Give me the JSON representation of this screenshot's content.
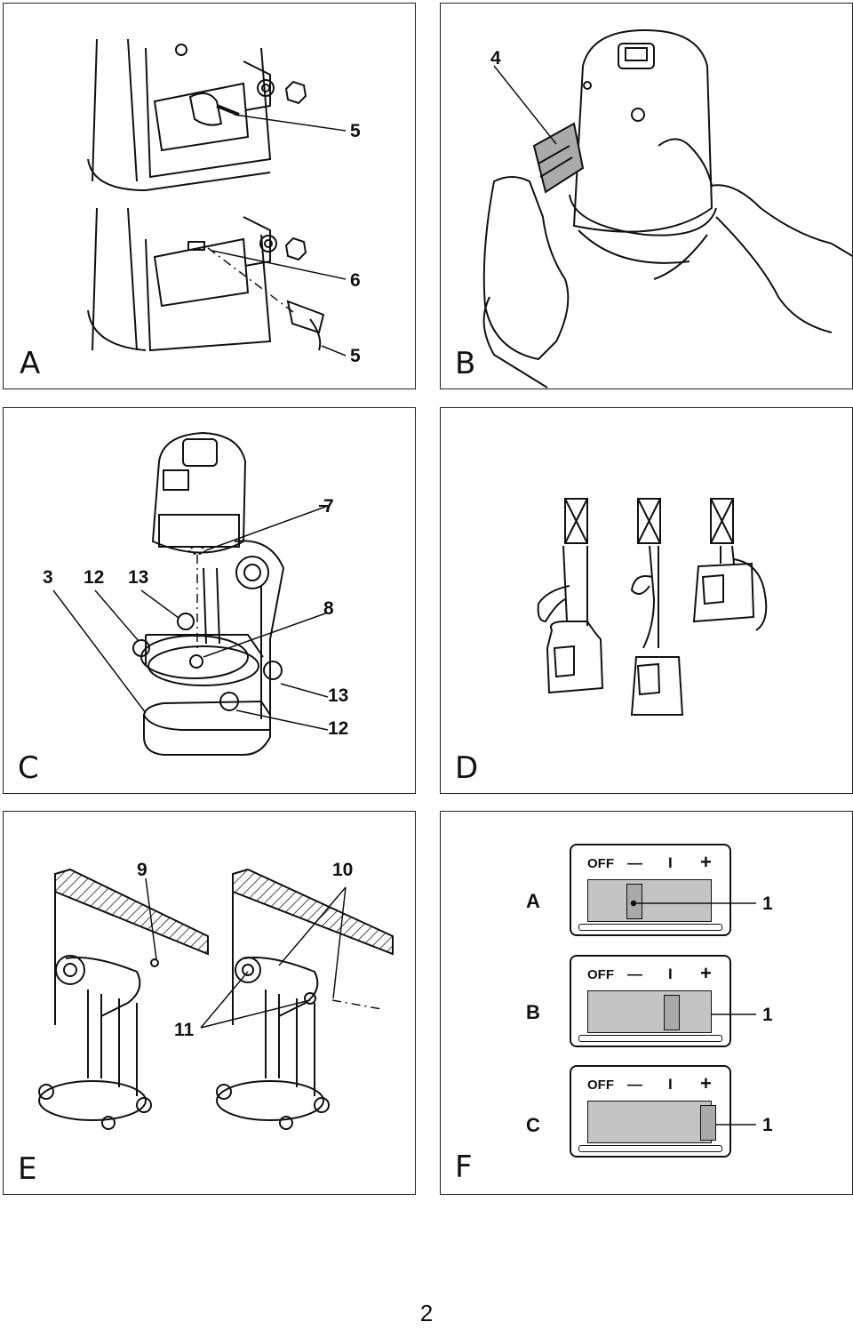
{
  "panels": {
    "A": {
      "letter": "A",
      "callouts": {
        "c5a": "5",
        "c6": "6",
        "c5b": "5"
      }
    },
    "B": {
      "letter": "B",
      "callouts": {
        "c4": "4"
      }
    },
    "C": {
      "letter": "C",
      "callouts": {
        "c7": "7",
        "c3": "3",
        "c12a": "12",
        "c13a": "13",
        "c8": "8",
        "c13b": "13",
        "c12b": "12"
      }
    },
    "D": {
      "letter": "D"
    },
    "E": {
      "letter": "E",
      "callouts": {
        "c9": "9",
        "c10": "10",
        "c11": "11"
      }
    },
    "F": {
      "letter": "F",
      "switches": [
        {
          "row": "A",
          "callout": "1",
          "off": "OFF",
          "minus": "—",
          "one": "I",
          "plus": "+",
          "position": "minus"
        },
        {
          "row": "B",
          "callout": "1",
          "off": "OFF",
          "minus": "—",
          "one": "I",
          "plus": "+",
          "position": "I"
        },
        {
          "row": "C",
          "callout": "1",
          "off": "OFF",
          "minus": "—",
          "one": "I",
          "plus": "+",
          "position": "plus"
        }
      ]
    }
  },
  "page_number": "2"
}
